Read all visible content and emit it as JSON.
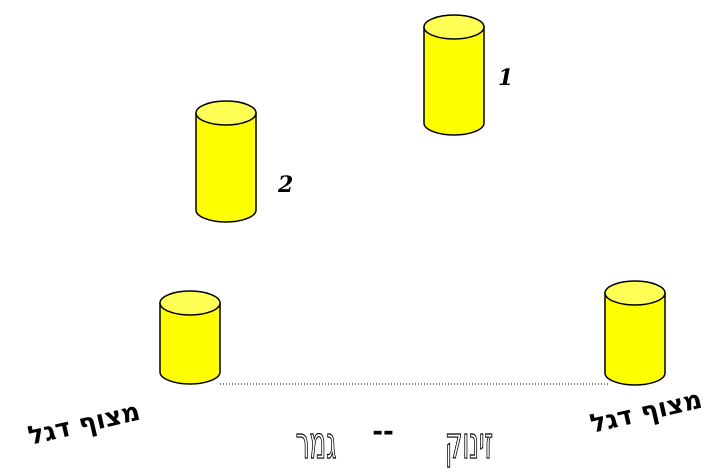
{
  "labels": {
    "cone_1": "1",
    "cone_2": "2",
    "flag_left": "מצוף דגל",
    "flag_right": "מצוף דגל",
    "start": "זינוק",
    "separator": "--",
    "finish": "גמר"
  },
  "colors": {
    "buoy_fill": "#ffff00",
    "outline": "#000000",
    "background": "#ffffff"
  }
}
